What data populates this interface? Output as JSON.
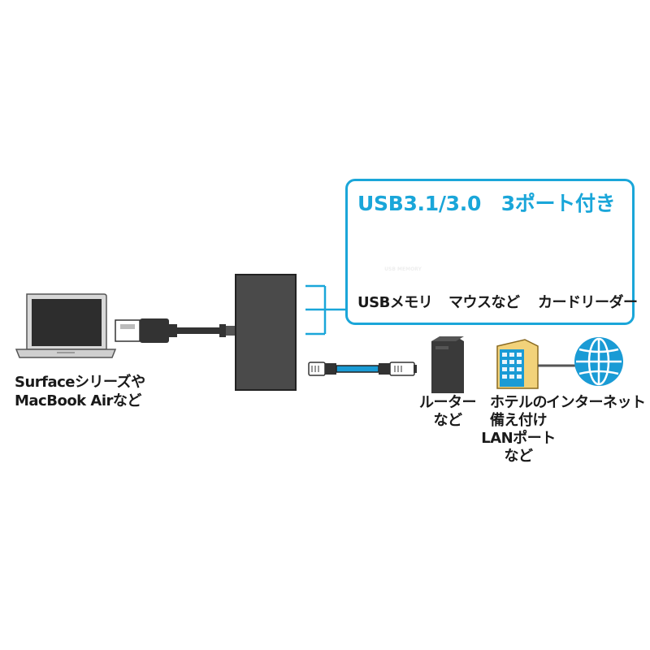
{
  "usb_panel": {
    "title": "USB3.1/3.0　3ポート付き",
    "devices": [
      "USBメモリ",
      "マウスなど",
      "カードリーダー"
    ],
    "usb_stick_text": "USB MEMORY"
  },
  "laptop": {
    "label_line1": "Surfaceシリーズや",
    "label_line2": "MacBook Airなど"
  },
  "network": {
    "router_line1": "ルーター",
    "router_line2": "など",
    "hotel_line1": "ホテルの",
    "hotel_line2": "備え付け",
    "hotel_line3": "LANポート",
    "hotel_line4": "など",
    "internet": "インターネット"
  },
  "colors": {
    "accent": "#1aa6d9",
    "hub": "#4a4a4a",
    "building": "#1a9bd5",
    "globe": "#1a9bd5"
  },
  "icons": [
    "laptop-icon",
    "usb-plug-icon",
    "hub-icon",
    "lan-cable-icon",
    "router-icon",
    "building-icon",
    "globe-icon",
    "usb-stick-icon",
    "mouse-icon",
    "card-reader-icon"
  ]
}
